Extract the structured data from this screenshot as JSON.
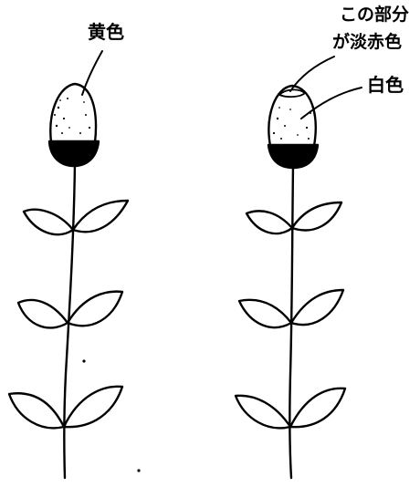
{
  "labels": {
    "left_top": "黄色",
    "right_top_line1": "この部分",
    "right_top_line2": "が淡赤色",
    "right_side": "白色"
  },
  "colors": {
    "ink": "#000000",
    "paper": "#ffffff"
  }
}
